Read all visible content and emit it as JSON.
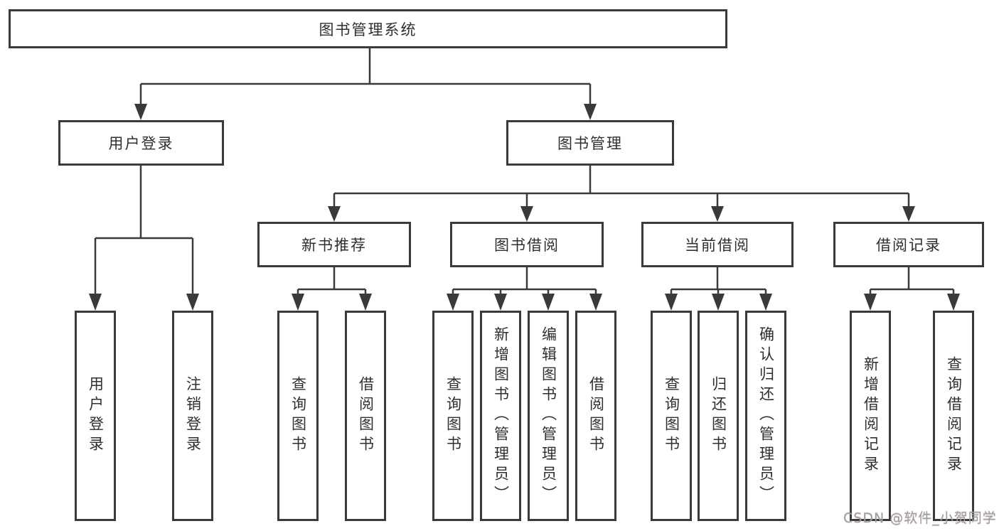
{
  "tree": {
    "label": "图书管理系统",
    "children": [
      {
        "label": "用户登录",
        "children": [
          {
            "label": "用户登录"
          },
          {
            "label": "注销登录"
          }
        ]
      },
      {
        "label": "图书管理",
        "children": [
          {
            "label": "新书推荐",
            "children": [
              {
                "label": "查询图书"
              },
              {
                "label": "借阅图书"
              }
            ]
          },
          {
            "label": "图书借阅",
            "children": [
              {
                "label": "查询图书"
              },
              {
                "label": "新增图书（管理员）"
              },
              {
                "label": "编辑图书（管理员）"
              },
              {
                "label": "借阅图书"
              }
            ]
          },
          {
            "label": "当前借阅",
            "children": [
              {
                "label": "查询图书"
              },
              {
                "label": "归还图书"
              },
              {
                "label": "确认归还（管理员）"
              }
            ]
          },
          {
            "label": "借阅记录",
            "children": [
              {
                "label": "新增借阅记录"
              },
              {
                "label": "查询借阅记录"
              }
            ]
          }
        ]
      }
    ]
  },
  "watermark": {
    "text": "CSDN @软件_小贺同学"
  },
  "colors": {
    "line": "#3a3a3a",
    "box_border": "#3a3a3a",
    "text": "#2f2f2f",
    "watermark": "#9d9d9d",
    "background": "#ffffff"
  }
}
